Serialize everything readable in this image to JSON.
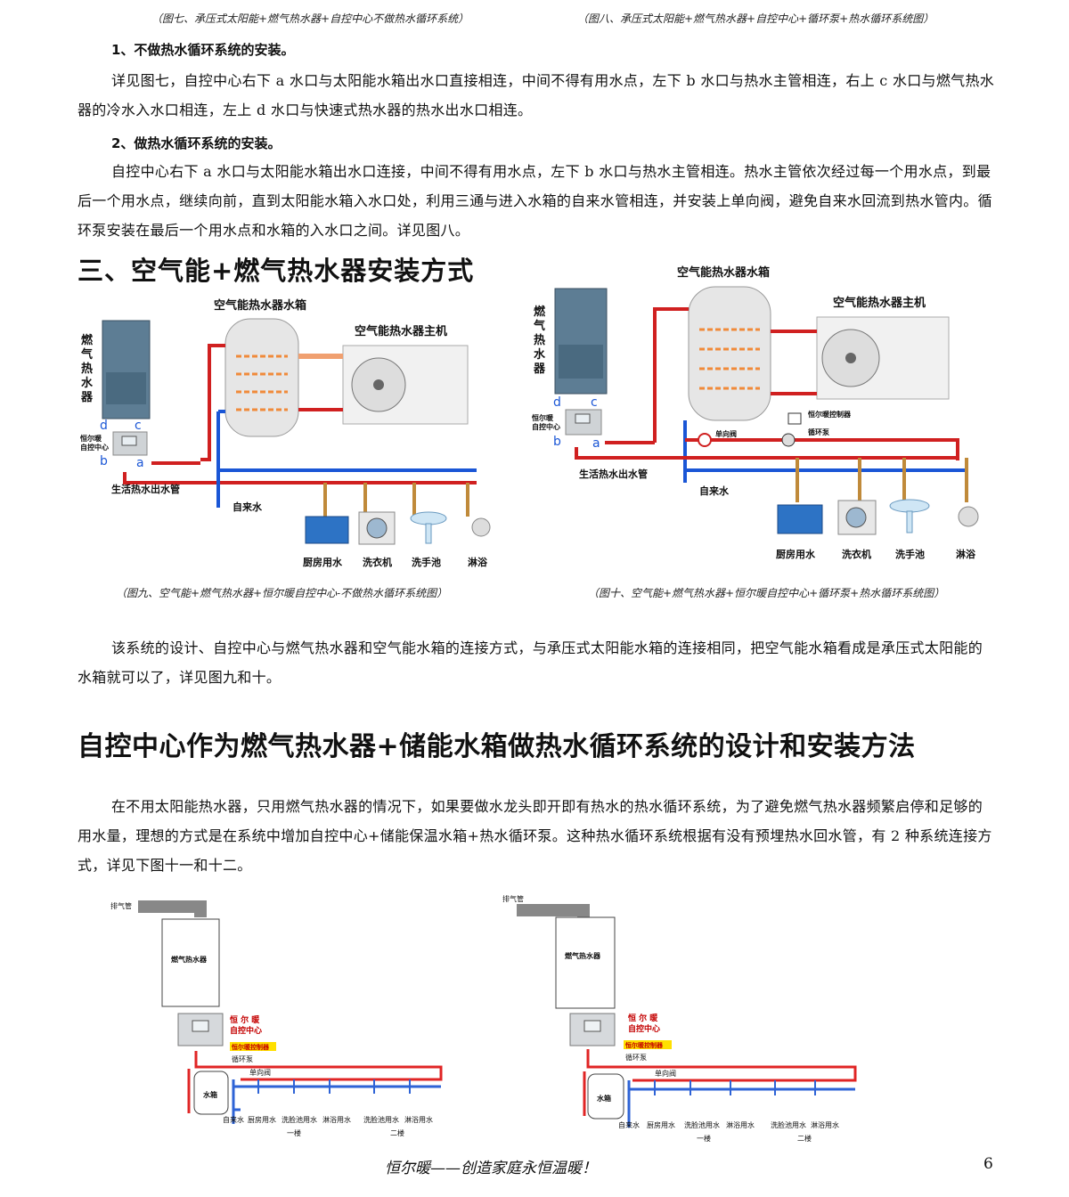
{
  "captions": {
    "fig7": "（图七、承压式太阳能+燃气热水器+自控中心不做热水循环系统）",
    "fig8": "（图八、承压式太阳能+燃气热水器+自控中心+循环泵+热水循环系统图）",
    "fig9": "（图九、空气能+燃气热水器+恒尔暖自控中心-不做热水循环系统图）",
    "fig10": "（图十、空气能+燃气热水器+恒尔暖自控中心+循环泵+热水循环系统图）"
  },
  "section1": {
    "heading": "1、不做热水循环系统的安装。",
    "para": "详见图七，自控中心右下 a 水口与太阳能水箱出水口直接相连，中间不得有用水点，左下 b 水口与热水主管相连，右上 c 水口与燃气热水器的冷水入水口相连，左上 d 水口与快速式热水器的热水出水口相连。"
  },
  "section2": {
    "heading": "2、做热水循环系统的安装。",
    "para": "自控中心右下 a 水口与太阳能水箱出水口连接，中间不得有用水点，左下  b 水口与热水主管相连。热水主管依次经过每一个用水点，到最后一个用水点，继续向前，直到太阳能水箱入水口处，利用三通与进入水箱的自来水管相连，并安装上单向阀，避免自来水回流到热水管内。循环泵安装在最后一个用水点和水箱的入水口之间。详见图八。"
  },
  "section3": {
    "heading": "三、空气能+燃气热水器安装方式",
    "para": "该系统的设计、自控中心与燃气热水器和空气能水箱的连接方式，与承压式太阳能水箱的连接相同，把空气能水箱看成是承压式太阳能的水箱就可以了，详见图九和十。"
  },
  "diagram9": {
    "heater": "燃气热水器",
    "tank": "空气能热水器水箱",
    "unit": "空气能热水器主机",
    "controller": "恒尔暖自控中心",
    "outlet": "生活热水出水管",
    "tap": "自来水",
    "ports": [
      "d",
      "c",
      "b",
      "a"
    ],
    "fixtures": [
      "厨房用水",
      "洗衣机",
      "洗手池",
      "淋浴"
    ]
  },
  "diagram10": {
    "heater": "燃气热水器",
    "tank": "空气能热水器水箱",
    "unit": "空气能热水器主机",
    "controller": "恒尔暖自控中心",
    "outlet": "生活热水出水管",
    "tap": "自来水",
    "check_valve": "单向阀",
    "pump": "循环泵",
    "pump_ctrl": "恒尔暖控制器",
    "ports": [
      "d",
      "c",
      "b",
      "a"
    ],
    "fixtures": [
      "厨房用水",
      "洗衣机",
      "洗手池",
      "淋浴"
    ]
  },
  "section4": {
    "heading": "自控中心作为燃气热水器+储能水箱做热水循环系统的设计和安装方法",
    "para": "在不用太阳能热水器，只用燃气热水器的情况下，如果要做水龙头即开即有热水的热水循环系统，为了避免燃气热水器频繁启停和足够的用水量，理想的方式是在系统中增加自控中心+储能保温水箱+热水循环泵。这种热水循环系统根据有没有预埋热水回水管，有 2 种系统连接方式，详见下图十一和十二。"
  },
  "diagram11": {
    "exhaust": "排气管",
    "heater": "燃气热水器",
    "brand": "恒 尔 暖",
    "controller": "自控中心",
    "pump_ctrl": "恒尔暖控制器",
    "pump": "循环泵",
    "check_valve": "单向阀",
    "tank": "水箱",
    "tap": "自来水",
    "fixtures": [
      "厨房用水",
      "洗脸池用水",
      "淋浴用水",
      "洗脸池用水",
      "淋浴用水"
    ],
    "floors": [
      "一楼",
      "二楼"
    ]
  },
  "diagram12": {
    "exhaust": "排气管",
    "heater": "燃气热水器",
    "brand": "恒 尔 暖",
    "controller": "自控中心",
    "pump_ctrl": "恒尔暖控制器",
    "pump": "循环泵",
    "check_valve": "单向阀",
    "tank": "水箱",
    "tap": "自来水",
    "fixtures": [
      "厨房用水",
      "洗脸池用水",
      "淋浴用水",
      "洗脸池用水",
      "淋浴用水"
    ],
    "floors": [
      "一楼",
      "二楼"
    ]
  },
  "footer": {
    "slogan": "恒尔暖——创造家庭永恒温暖！",
    "page": "6"
  }
}
